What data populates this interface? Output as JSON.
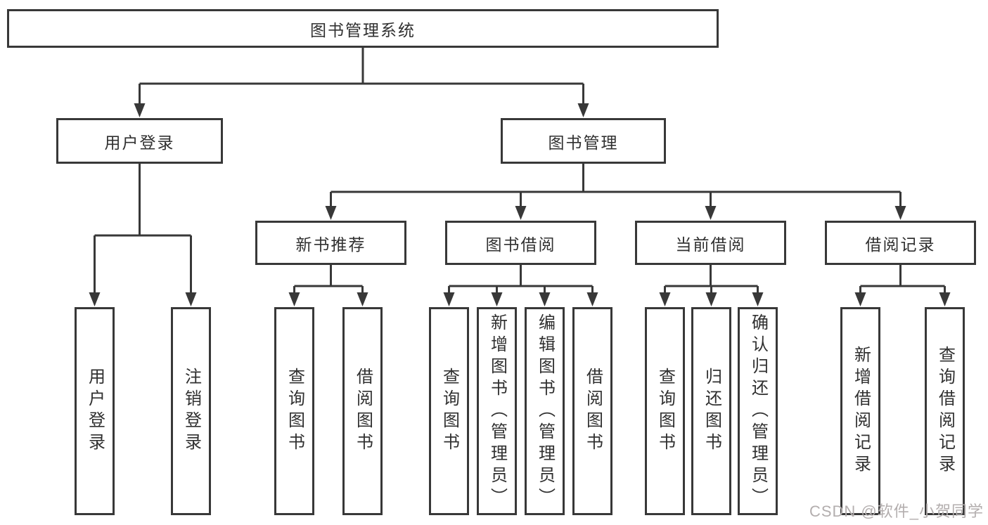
{
  "tree": {
    "root": {
      "label": "图书管理系统"
    },
    "login_branch": {
      "label": "用户登录",
      "leaves": [
        {
          "label": "用户登录"
        },
        {
          "label": "注销登录"
        }
      ]
    },
    "mgmt_branch": {
      "label": "图书管理",
      "groups": [
        {
          "label": "新书推荐",
          "leaves": [
            {
              "label": "查询图书"
            },
            {
              "label": "借阅图书"
            }
          ]
        },
        {
          "label": "图书借阅",
          "leaves": [
            {
              "label": "查询图书"
            },
            {
              "label": "新增图书（管理员）"
            },
            {
              "label": "编辑图书（管理员）"
            },
            {
              "label": "借阅图书"
            }
          ]
        },
        {
          "label": "当前借阅",
          "leaves": [
            {
              "label": "查询图书"
            },
            {
              "label": "归还图书"
            },
            {
              "label": "确认归还（管理员）"
            }
          ]
        },
        {
          "label": "借阅记录",
          "leaves": [
            {
              "label": "新增借阅记录"
            },
            {
              "label": "查询借阅记录"
            }
          ]
        }
      ]
    }
  },
  "watermark": {
    "text": "CSDN @软件_小贺同学"
  },
  "colors": {
    "line": "#383838",
    "box_border": "#383838",
    "text": "#303030",
    "watermark": "#b3aeae",
    "background": "#ffffff"
  }
}
